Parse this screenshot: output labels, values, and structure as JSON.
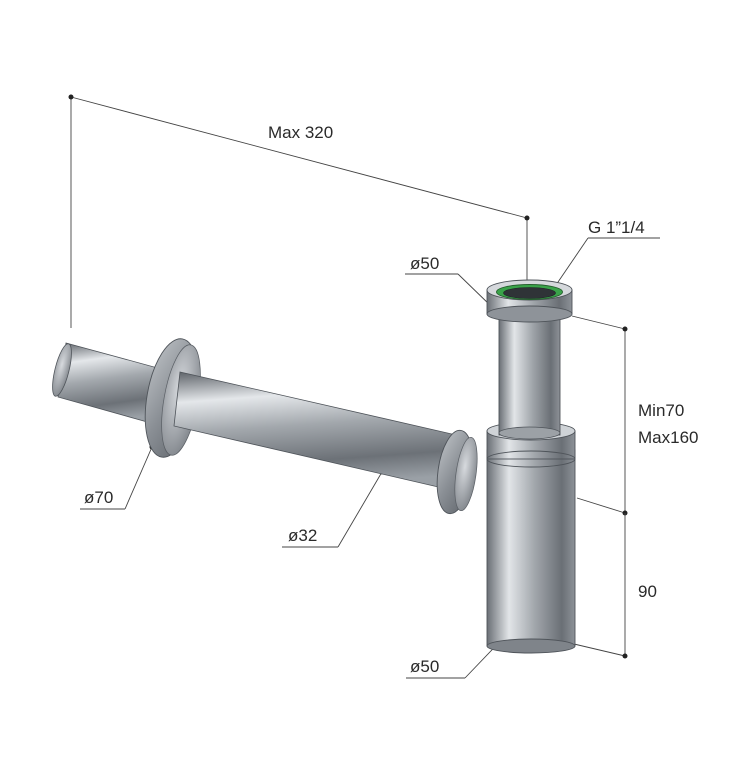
{
  "labels": {
    "max_length": "Max 320",
    "thread": "G 1”1/4",
    "inlet_diameter": "ø50",
    "height_range_min": "Min70",
    "height_range_max": "Max160",
    "flange_diameter": "ø70",
    "pipe_diameter": "ø32",
    "bottle_height": "90",
    "bottle_diameter": "ø50"
  },
  "colors": {
    "metal_light": "#e4e7ea",
    "metal_mid": "#9aa0a6",
    "metal_dark": "#5d6268",
    "gasket": "#3aa34a",
    "dimension_line": "#444444"
  }
}
